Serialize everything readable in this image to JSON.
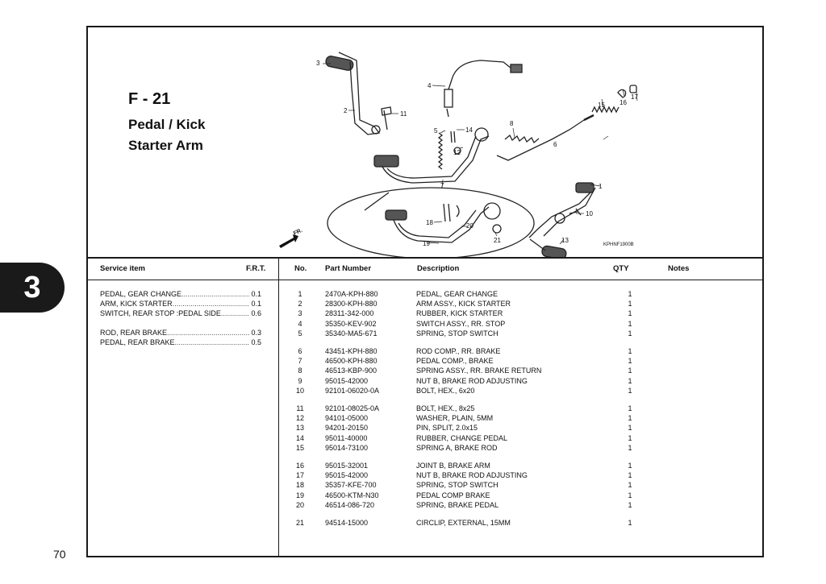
{
  "chapter_tab": "3",
  "page_number": "70",
  "figure": {
    "code": "F - 21",
    "name_lines": [
      "Pedal / Kick",
      "Starter Arm"
    ],
    "diagram_code": "KPHNF1900B",
    "direction_label": "FR.",
    "callouts": [
      "1",
      "2",
      "3",
      "4",
      "5",
      "6",
      "7",
      "8",
      "10",
      "11",
      "12",
      "13",
      "14",
      "15",
      "16",
      "17",
      "18",
      "19",
      "20",
      "21"
    ]
  },
  "service_table": {
    "headers": {
      "item": "Service item",
      "frt": "F.R.T."
    },
    "groups": [
      [
        {
          "item": "PEDAL, GEAR CHANGE",
          "frt": "0.1"
        },
        {
          "item": "ARM, KICK STARTER",
          "frt": "0.1"
        },
        {
          "item": "SWITCH, REAR STOP :PEDAL SIDE",
          "frt": "0.6"
        }
      ],
      [
        {
          "item": "ROD, REAR BRAKE",
          "frt": "0.3"
        },
        {
          "item": "PEDAL, REAR BRAKE",
          "frt": "0.5"
        }
      ]
    ]
  },
  "parts_table": {
    "headers": {
      "no": "No.",
      "part_number": "Part Number",
      "description": "Description",
      "qty": "QTY",
      "notes": "Notes"
    },
    "groups": [
      [
        {
          "no": "1",
          "pn": "2470A-KPH-880",
          "desc": "PEDAL, GEAR CHANGE",
          "qty": "1"
        },
        {
          "no": "2",
          "pn": "28300-KPH-880",
          "desc": "ARM ASSY., KICK STARTER",
          "qty": "1"
        },
        {
          "no": "3",
          "pn": "28311-342-000",
          "desc": "RUBBER, KICK STARTER",
          "qty": "1"
        },
        {
          "no": "4",
          "pn": "35350-KEV-902",
          "desc": "SWITCH ASSY., RR. STOP",
          "qty": "1"
        },
        {
          "no": "5",
          "pn": "35340-MA5-671",
          "desc": "SPRING, STOP SWITCH",
          "qty": "1"
        }
      ],
      [
        {
          "no": "6",
          "pn": "43451-KPH-880",
          "desc": "ROD COMP., RR. BRAKE",
          "qty": "1"
        },
        {
          "no": "7",
          "pn": "46500-KPH-880",
          "desc": "PEDAL COMP., BRAKE",
          "qty": "1"
        },
        {
          "no": "8",
          "pn": "46513-KBP-900",
          "desc": "SPRING ASSY., RR. BRAKE RETURN",
          "qty": "1"
        },
        {
          "no": "9",
          "pn": "95015-42000",
          "desc": "NUT B, BRAKE ROD ADJUSTING",
          "qty": "1"
        },
        {
          "no": "10",
          "pn": "92101-06020-0A",
          "desc": "BOLT, HEX., 6x20",
          "qty": "1"
        }
      ],
      [
        {
          "no": "11",
          "pn": "92101-08025-0A",
          "desc": "BOLT, HEX., 8x25",
          "qty": "1"
        },
        {
          "no": "12",
          "pn": "94101-05000",
          "desc": "WASHER, PLAIN, 5MM",
          "qty": "1"
        },
        {
          "no": "13",
          "pn": "94201-20150",
          "desc": "PIN, SPLIT, 2.0x15",
          "qty": "1"
        },
        {
          "no": "14",
          "pn": "95011-40000",
          "desc": "RUBBER, CHANGE PEDAL",
          "qty": "1"
        },
        {
          "no": "15",
          "pn": "95014-73100",
          "desc": "SPRING A, BRAKE ROD",
          "qty": "1"
        }
      ],
      [
        {
          "no": "16",
          "pn": "95015-32001",
          "desc": "JOINT B, BRAKE ARM",
          "qty": "1"
        },
        {
          "no": "17",
          "pn": "95015-42000",
          "desc": "NUT B, BRAKE ROD ADJUSTING",
          "qty": "1"
        },
        {
          "no": "18",
          "pn": "35357-KFE-700",
          "desc": "SPRING, STOP SWITCH",
          "qty": "1"
        },
        {
          "no": "19",
          "pn": "46500-KTM-N30",
          "desc": "PEDAL COMP BRAKE",
          "qty": "1"
        },
        {
          "no": "20",
          "pn": "46514-086-720",
          "desc": "SPRING, BRAKE PEDAL",
          "qty": "1"
        }
      ],
      [
        {
          "no": "21",
          "pn": "94514-15000",
          "desc": "CIRCLIP, EXTERNAL, 15MM",
          "qty": "1"
        }
      ]
    ]
  }
}
